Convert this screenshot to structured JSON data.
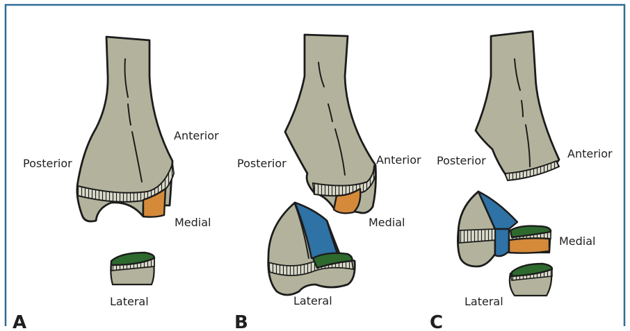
{
  "colors": {
    "frame": "#2f6d96",
    "bone": "#b3b39d",
    "medial_fragment": "#d58a3a",
    "lateral_fragment": "#2e6a2e",
    "coronal_fragment": "#2e72a6"
  },
  "panels": [
    {
      "letter": "A",
      "posterior": "Posterior",
      "anterior": "Anterior",
      "medial": "Medial",
      "lateral": "Lateral"
    },
    {
      "letter": "B",
      "posterior": "Posterior",
      "anterior": "Anterior",
      "medial": "Medial",
      "lateral": "Lateral"
    },
    {
      "letter": "C",
      "posterior": "Posterior",
      "anterior": "Anterior",
      "medial": "Medial",
      "lateral": "Lateral"
    }
  ]
}
